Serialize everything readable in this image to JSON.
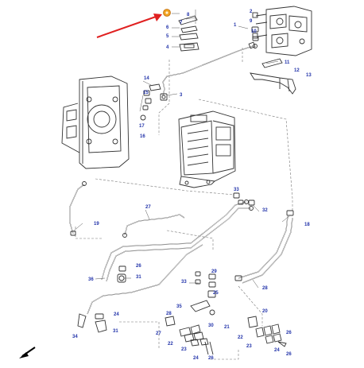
{
  "callouts": [
    "1",
    "2",
    "3",
    "4",
    "5",
    "6",
    "7",
    "8",
    "9",
    "10",
    "11",
    "12",
    "13",
    "14",
    "15",
    "16",
    "17",
    "18",
    "19",
    "20",
    "21",
    "22",
    "23",
    "24",
    "25",
    "26",
    "27",
    "28",
    "29",
    "30",
    "31",
    "32",
    "33",
    "34",
    "35",
    "36"
  ],
  "highlight": {
    "color": "#f0a020",
    "arrow_color": "#e02020"
  },
  "colors": {
    "callout": "#2233aa",
    "line": "#222222"
  }
}
